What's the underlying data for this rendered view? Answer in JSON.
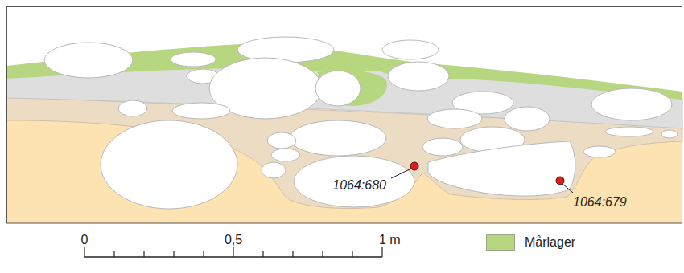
{
  "diagram": {
    "labels": [
      "1064:680",
      "1064:679",
      "0",
      "0,5",
      "1 m"
    ],
    "legend": [
      {
        "text": "Mårlager",
        "color": "#b7d680"
      }
    ]
  }
}
